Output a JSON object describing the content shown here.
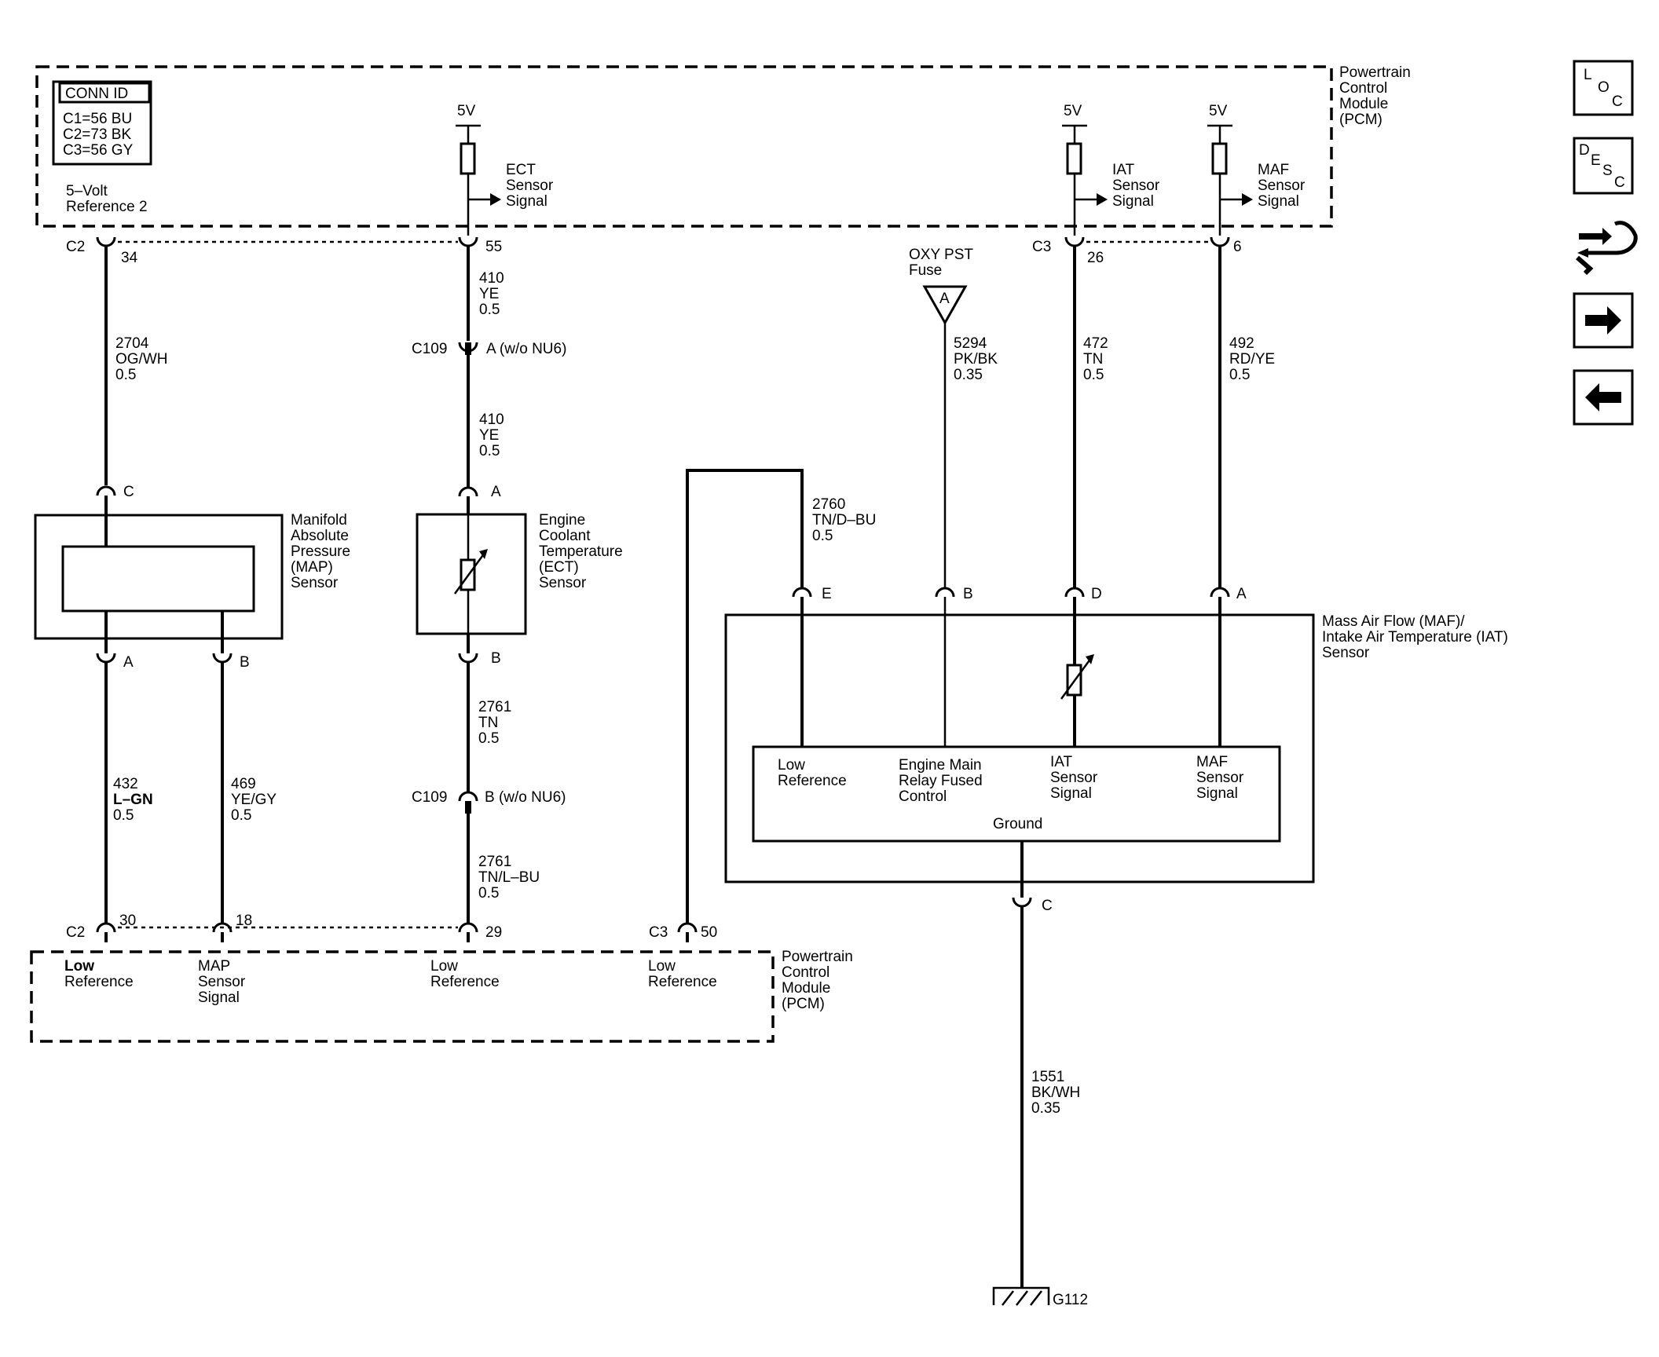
{
  "pcm_top": {
    "title": [
      "Powertrain",
      "Control",
      "Module",
      "(PCM)"
    ],
    "conn_id": {
      "header": "CONN ID",
      "rows": [
        "C1=56 BU",
        "C2=73 BK",
        "C3=56 GY"
      ]
    },
    "five_volt_ref": [
      "5–Volt",
      "Reference 2"
    ],
    "ect_supply": "5V",
    "ect_signal": [
      "ECT",
      "Sensor",
      "Signal"
    ],
    "iat_supply": "5V",
    "iat_signal": [
      "IAT",
      "Sensor",
      "Signal"
    ],
    "maf_supply": "5V",
    "maf_signal": [
      "MAF",
      "Sensor",
      "Signal"
    ],
    "conn_c2": "C2",
    "pin_34": "34",
    "pin_55": "55",
    "conn_c3": "C3",
    "pin_26": "26",
    "pin_6": "6"
  },
  "wires": {
    "w2704": [
      "2704",
      "OG/WH",
      "0.5"
    ],
    "w410a": [
      "410",
      "YE",
      "0.5"
    ],
    "w410b": [
      "410",
      "YE",
      "0.5"
    ],
    "w2760": [
      "2760",
      "TN/D–BU",
      "0.5"
    ],
    "w5294": [
      "5294",
      "PK/BK",
      "0.35"
    ],
    "w472": [
      "472",
      "TN",
      "0.5"
    ],
    "w492": [
      "492",
      "RD/YE",
      "0.5"
    ],
    "w432": [
      "432",
      "L–GN",
      "0.5"
    ],
    "w469": [
      "469",
      "YE/GY",
      "0.5"
    ],
    "w2761a": [
      "2761",
      "TN",
      "0.5"
    ],
    "w2761b": [
      "2761",
      "TN/L–BU",
      "0.5"
    ],
    "w1551": [
      "1551",
      "BK/WH",
      "0.35"
    ]
  },
  "inline": {
    "c109a_conn": "C109",
    "c109a_pin": "A (w/o NU6)",
    "c109b_conn": "C109",
    "c109b_pin": "B (w/o NU6)"
  },
  "fuse": {
    "label": [
      "OXY PST",
      "Fuse"
    ],
    "pin": "A"
  },
  "map_sensor": {
    "label": [
      "Manifold",
      "Absolute",
      "Pressure",
      "(MAP)",
      "Sensor"
    ],
    "pin_c": "C",
    "pin_a": "A",
    "pin_b": "B"
  },
  "ect_sensor": {
    "label": [
      "Engine",
      "Coolant",
      "Temperature",
      "(ECT)",
      "Sensor"
    ],
    "pin_a": "A",
    "pin_b": "B"
  },
  "maf_sensor": {
    "label": [
      "Mass Air Flow (MAF)/",
      "Intake Air Temperature (IAT)",
      "Sensor"
    ],
    "pin_e": "E",
    "pin_b": "B",
    "pin_d": "D",
    "pin_a": "A",
    "pin_c": "C",
    "low_ref": [
      "Low",
      "Reference"
    ],
    "relay": [
      "Engine Main",
      "Relay Fused",
      "Control"
    ],
    "iat_sig": [
      "IAT",
      "Sensor",
      "Signal"
    ],
    "maf_sig": [
      "MAF",
      "Sensor",
      "Signal"
    ],
    "ground": "Ground"
  },
  "pcm_bottom": {
    "title": [
      "Powertrain",
      "Control",
      "Module",
      "(PCM)"
    ],
    "conn_c2": "C2",
    "pin_30": "30",
    "pin_18": "18",
    "pin_29": "29",
    "conn_c3": "C3",
    "pin_50": "50",
    "low_ref_1": [
      "Low",
      "Reference"
    ],
    "map_signal": [
      "MAP",
      "Sensor",
      "Signal"
    ],
    "low_ref_2": [
      "Low",
      "Reference"
    ],
    "low_ref_3": [
      "Low",
      "Reference"
    ]
  },
  "ground": {
    "label": "G112"
  },
  "nav": {
    "loc": [
      "L",
      "O",
      "C"
    ],
    "desc": [
      "D",
      "E",
      "S",
      "C"
    ]
  }
}
